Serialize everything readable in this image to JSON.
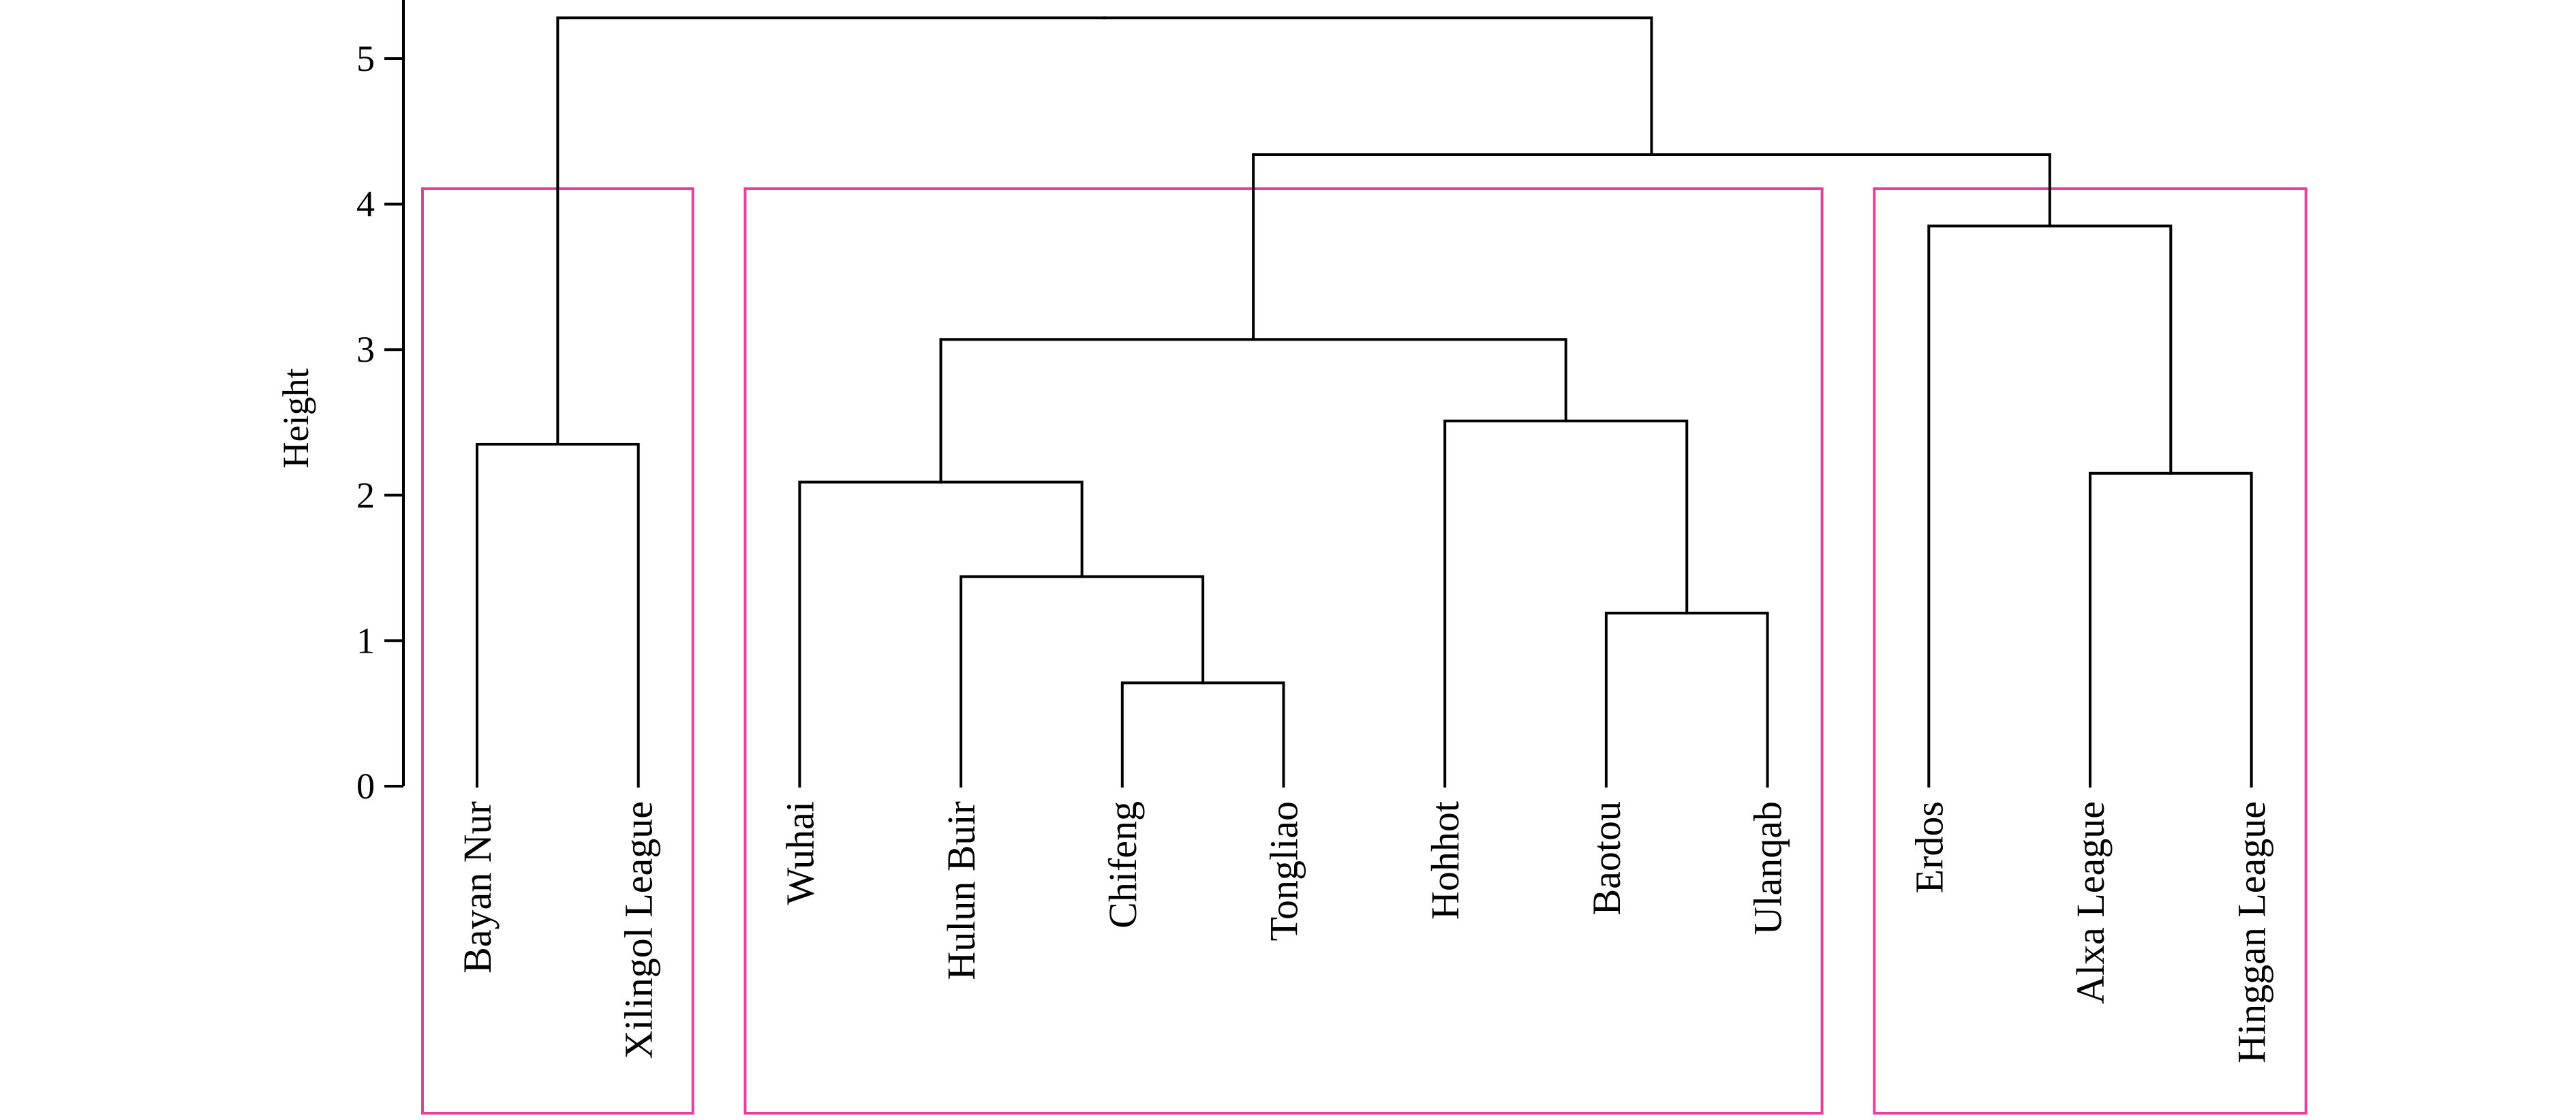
{
  "chart_data": {
    "type": "dendrogram",
    "ylabel": "Height",
    "ylim": [
      0,
      5.5
    ],
    "yticks": [
      0,
      1,
      2,
      3,
      4,
      5
    ],
    "leaves": [
      "Bayan Nur",
      "Xilingol League",
      "Wuhai",
      "Hulun Buir",
      "Chifeng",
      "Tongliao",
      "Hohhot",
      "Baotou",
      "Ulanqab",
      "Erdos",
      "Alxa League",
      "Hinggan League"
    ],
    "merges": [
      {
        "left": "Chifeng",
        "right": "Tongliao",
        "height": 0.71
      },
      {
        "left": "Baotou",
        "right": "Ulanqab",
        "height": 1.19
      },
      {
        "left": "Hulun Buir",
        "right": "Chifeng+Tongliao",
        "height": 1.44
      },
      {
        "left": "Wuhai",
        "right": "Hulun Buir+Chifeng+Tongliao",
        "height": 2.09
      },
      {
        "left": "Alxa League",
        "right": "Hinggan League",
        "height": 2.15
      },
      {
        "left": "Bayan Nur",
        "right": "Xilingol League",
        "height": 2.35
      },
      {
        "left": "Hohhot",
        "right": "Baotou+Ulanqab",
        "height": 2.51
      },
      {
        "left": "Wuhai group",
        "right": "Hohhot group",
        "height": 3.07
      },
      {
        "left": "Erdos",
        "right": "Alxa League+Hinggan League",
        "height": 3.85
      },
      {
        "left": "Wuhai-Hohhot group",
        "right": "Erdos group",
        "height": 4.34
      },
      {
        "left": "Bayan Nur+Xilingol League",
        "right": "remaining leaves",
        "height": 5.28
      }
    ],
    "clusters": [
      {
        "members": [
          "Bayan Nur",
          "Xilingol League"
        ]
      },
      {
        "members": [
          "Wuhai",
          "Hulun Buir",
          "Chifeng",
          "Tongliao",
          "Hohhot",
          "Baotou",
          "Ulanqab"
        ]
      },
      {
        "members": [
          "Erdos",
          "Alxa League",
          "Hinggan League"
        ]
      }
    ],
    "cluster_box_color": "#e8409a",
    "line_color": "#000000"
  }
}
